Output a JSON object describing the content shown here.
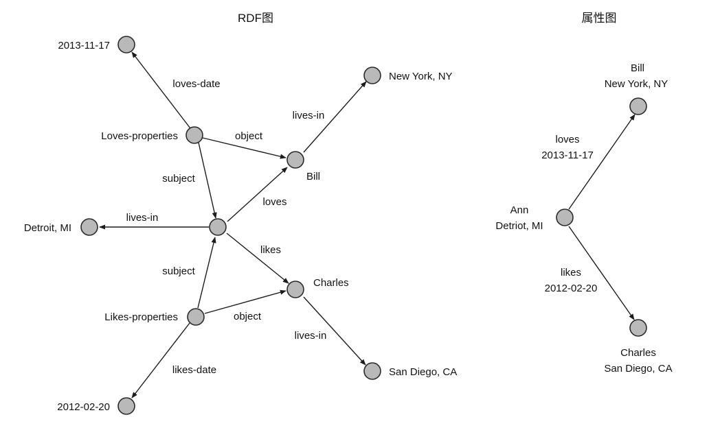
{
  "titles": {
    "rdf": "RDF图",
    "property": "属性图"
  },
  "rdf_graph": {
    "nodes": {
      "date1_label": "2013-11-17",
      "loves_props_label": "Loves-properties",
      "bill_label": "Bill",
      "newyork_label": "New York, NY",
      "detroit_label": "Detroit, MI",
      "charles_label": "Charles",
      "likes_props_label": "Likes-properties",
      "sandiego_label": "San Diego, CA",
      "date2_label": "2012-02-20"
    },
    "edges": {
      "loves_date": "loves-date",
      "lp_object": "object",
      "bill_lives_in": "lives-in",
      "lp_subject": "subject",
      "ann_loves": "loves",
      "ann_lives_in": "lives-in",
      "ann_likes": "likes",
      "kp_subject": "subject",
      "kp_object": "object",
      "charles_lives_in": "lives-in",
      "likes_date": "likes-date"
    }
  },
  "property_graph": {
    "bill_label_line1": "Bill",
    "bill_label_line2": "New York, NY",
    "loves_edge_line1": "loves",
    "loves_edge_line2": "2013-11-17",
    "ann_label_line1": "Ann",
    "ann_label_line2": "Detriot, MI",
    "likes_edge_line1": "likes",
    "likes_edge_line2": "2012-02-20",
    "charles_label_line1": "Charles",
    "charles_label_line2": "San Diego, CA"
  }
}
